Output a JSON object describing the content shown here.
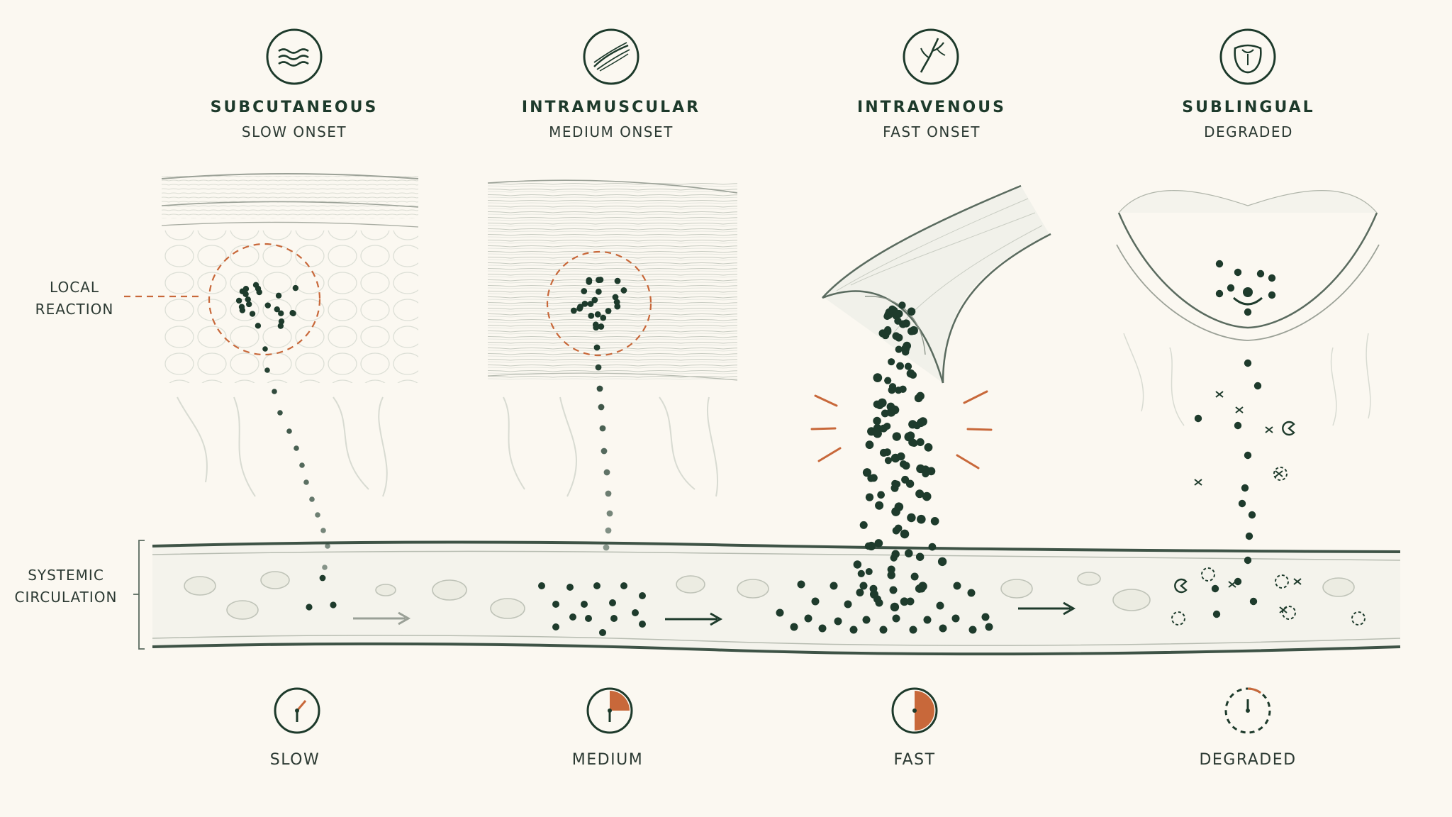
{
  "colors": {
    "background": "#fbf8f1",
    "ink": "#1d3a2b",
    "particle": "#1e3b2c",
    "accent": "#c8683a",
    "tissue": "#c9cdc3"
  },
  "side_labels": {
    "local_reaction": [
      "LOCAL",
      "REACTION"
    ],
    "systemic_circulation": [
      "SYSTEMIC",
      "CIRCULATION"
    ]
  },
  "routes": [
    {
      "id": "subcutaneous",
      "icon": "skin-layers-icon",
      "title": "SUBCUTANEOUS",
      "subtitle": "SLOW ONSET",
      "speed_label": "SLOW",
      "speed_icon": "clock-slow-icon",
      "fill_fraction": 0.0
    },
    {
      "id": "intramuscular",
      "icon": "muscle-fiber-icon",
      "title": "INTRAMUSCULAR",
      "subtitle": "MEDIUM ONSET",
      "speed_label": "MEDIUM",
      "speed_icon": "clock-medium-icon",
      "fill_fraction": 0.25
    },
    {
      "id": "intravenous",
      "icon": "vein-branch-icon",
      "title": "INTRAVENOUS",
      "subtitle": "FAST ONSET",
      "speed_label": "FAST",
      "speed_icon": "clock-fast-icon",
      "fill_fraction": 0.5
    },
    {
      "id": "sublingual",
      "icon": "tongue-icon",
      "title": "SUBLINGUAL",
      "subtitle": "DEGRADED",
      "speed_label": "DEGRADED",
      "speed_icon": "clock-degraded-icon",
      "fill_fraction": 0.1
    }
  ]
}
